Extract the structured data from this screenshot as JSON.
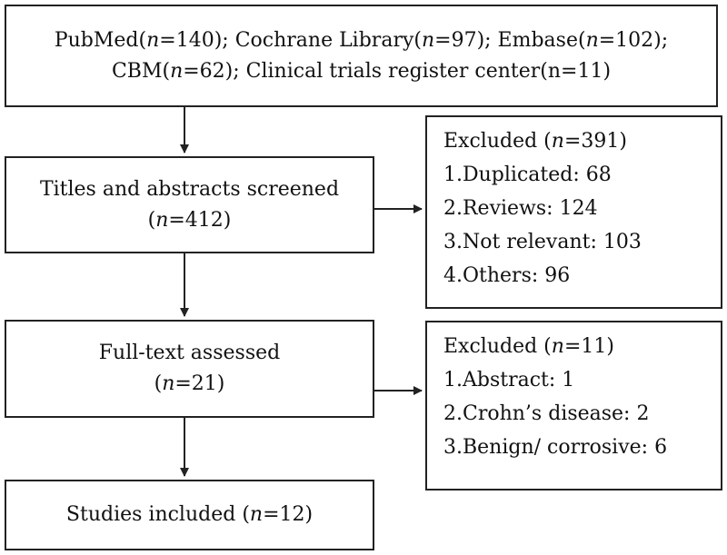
{
  "identification": {
    "line1": [
      "PubMed(",
      "n",
      "=140); Cochrane Library(",
      "n",
      "=97); Embase(",
      "n",
      "=102);"
    ],
    "line2": [
      "CBM(",
      "n",
      "=62); Clinical trials register center(n=11)"
    ]
  },
  "screening": {
    "label": "Titles and abstracts screened",
    "count": [
      "(",
      "n",
      "=412)"
    ]
  },
  "fulltext": {
    "label": "Full-text assessed",
    "count": [
      "(",
      "n",
      "=21)"
    ]
  },
  "included": {
    "label": [
      "Studies included (",
      "n",
      "=12)"
    ]
  },
  "excluded_screening": {
    "title": [
      "Excluded (",
      "n",
      "=391)"
    ],
    "items": [
      "1.Duplicated: 68",
      "2.Reviews: 124",
      "3.Not relevant: 103",
      "4.Others: 96"
    ]
  },
  "excluded_fulltext": {
    "title": [
      "Excluded (",
      "n",
      "=11)"
    ],
    "items": [
      "1.Abstract: 1",
      "2.Crohn’s disease: 2",
      "3.Benign/ corrosive: 6"
    ]
  },
  "colors": {
    "line": "#222222",
    "text": "#111111",
    "background": "#ffffff"
  }
}
